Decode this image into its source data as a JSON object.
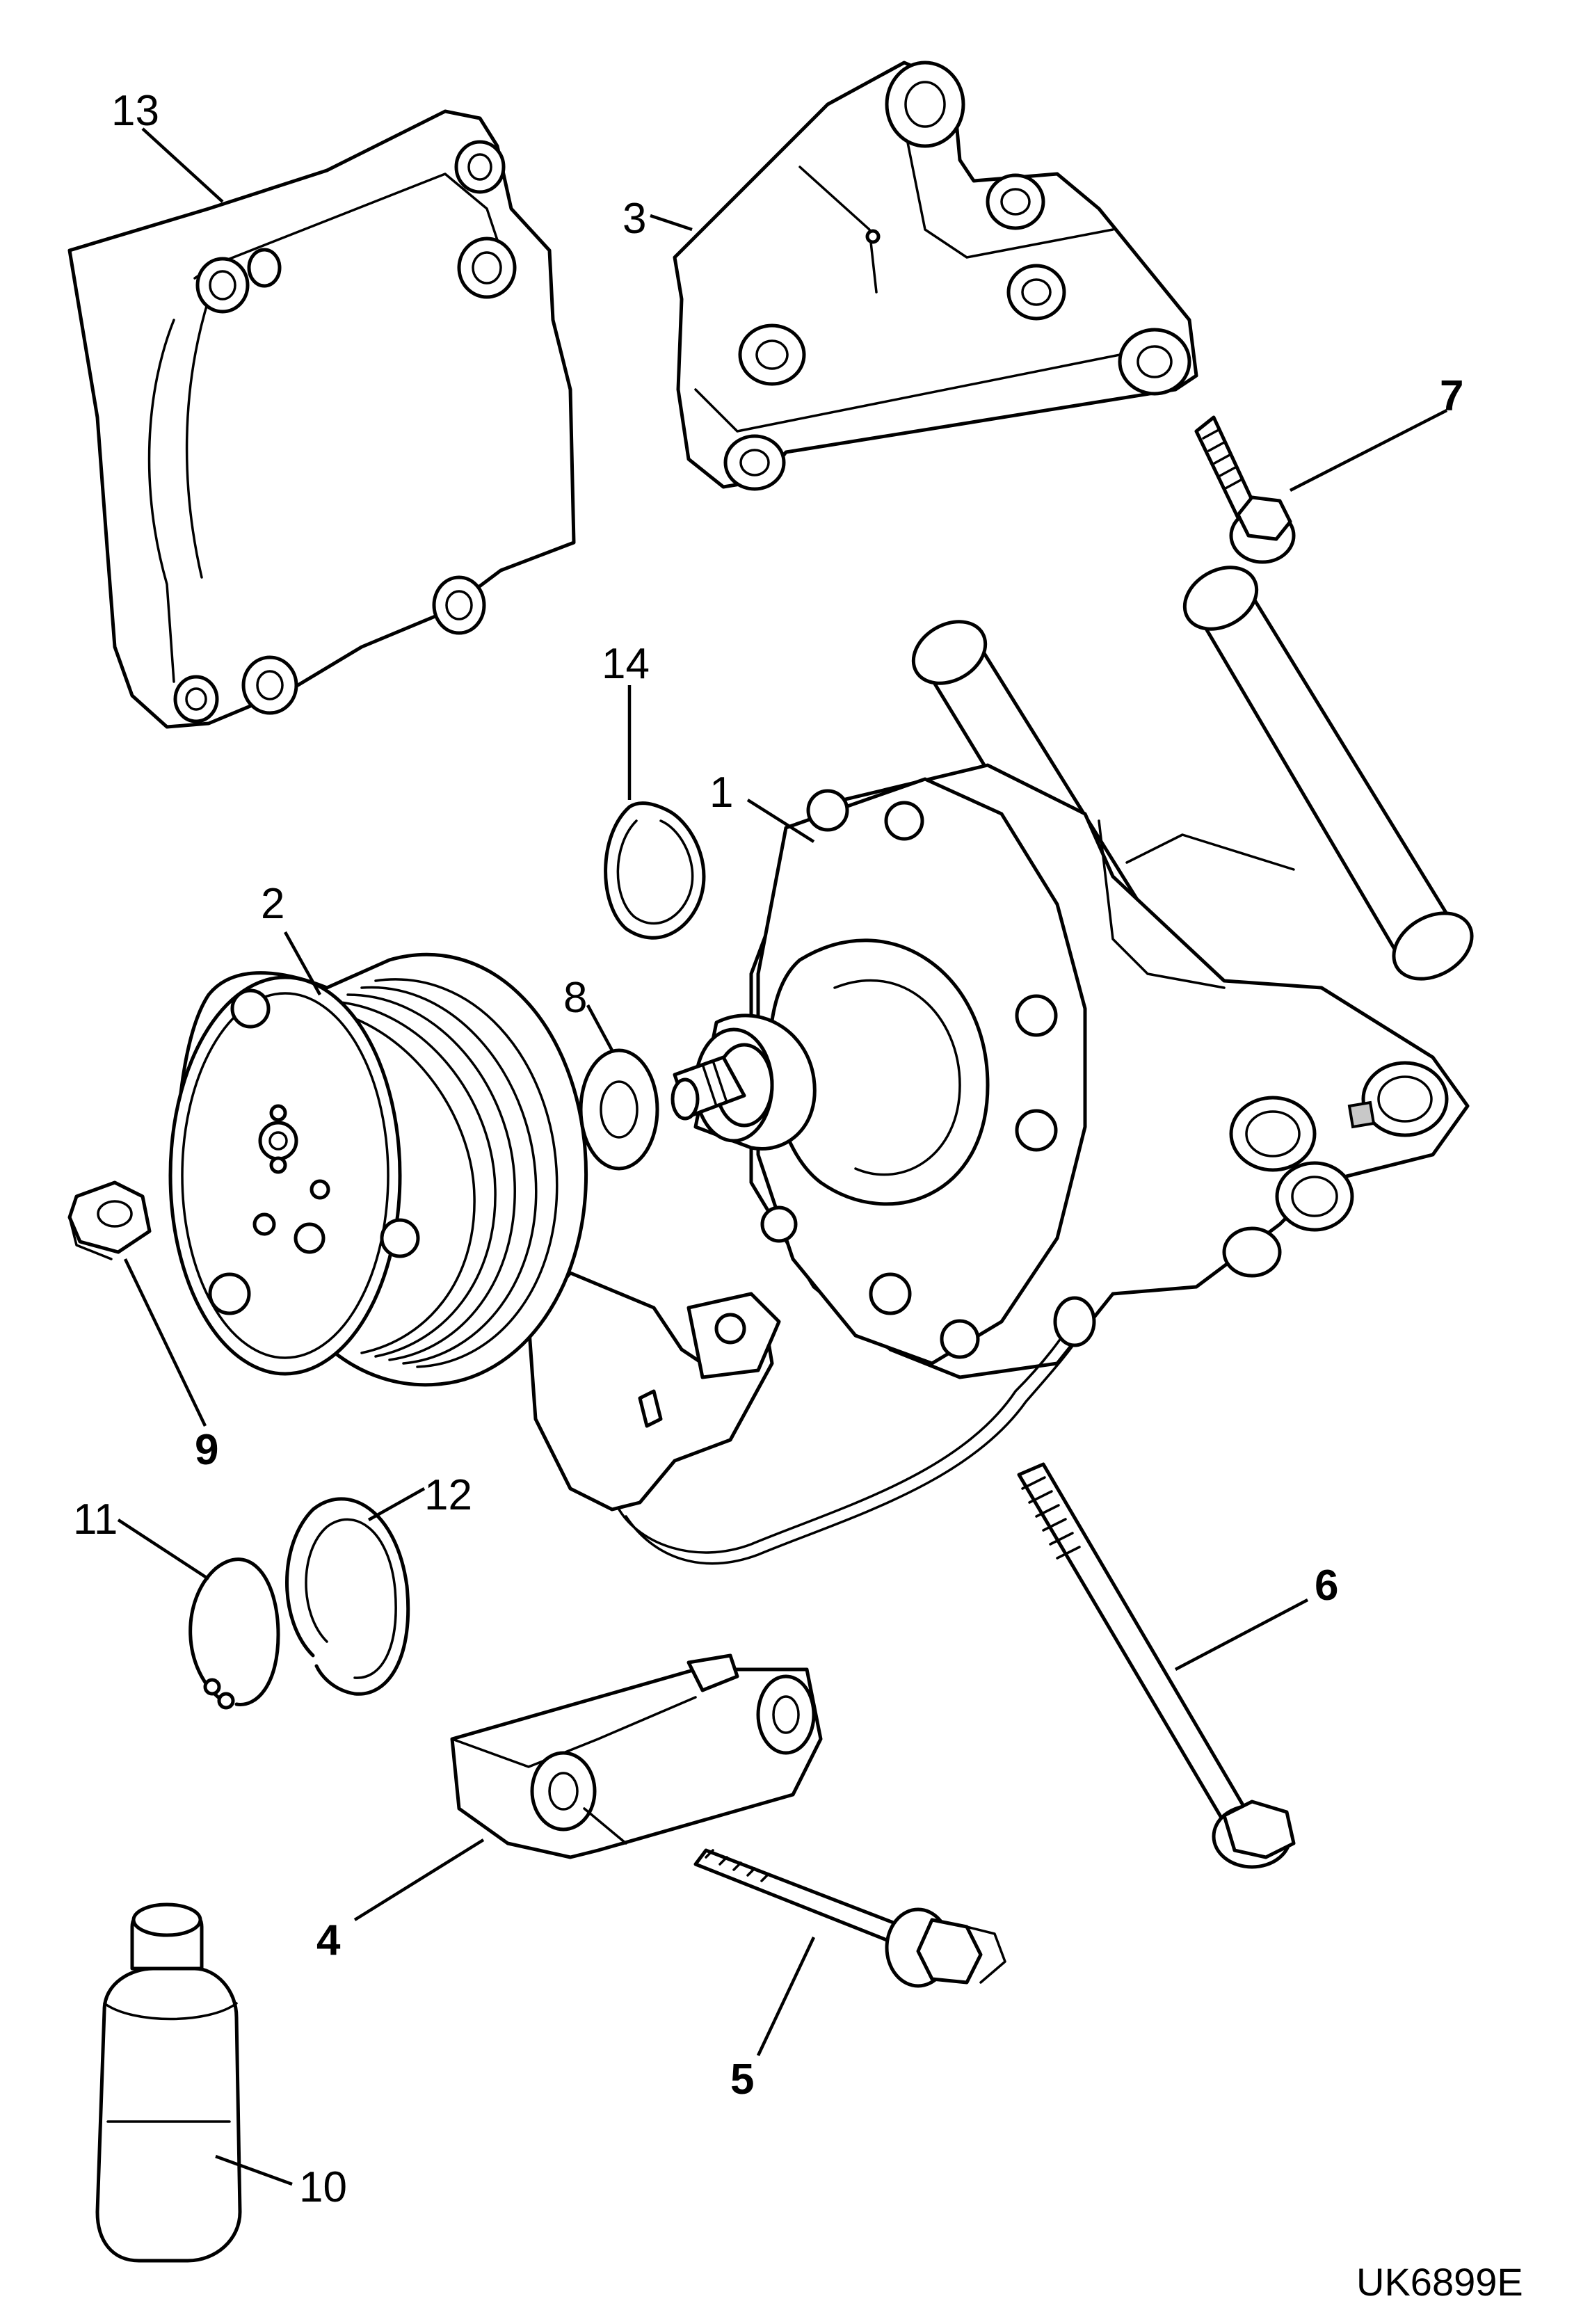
{
  "diagram": {
    "reference_code": "UK6899E",
    "callouts": {
      "c1": "1",
      "c2": "2",
      "c3": "3",
      "c4": "4",
      "c5": "5",
      "c6": "6",
      "c7": "7",
      "c8": "8",
      "c9": "9",
      "c10": "10",
      "c11": "11",
      "c12": "12",
      "c13": "13",
      "c14": "14"
    },
    "colors": {
      "line": "#000000",
      "background": "#ffffff",
      "shade": "#c8c8c8"
    }
  }
}
